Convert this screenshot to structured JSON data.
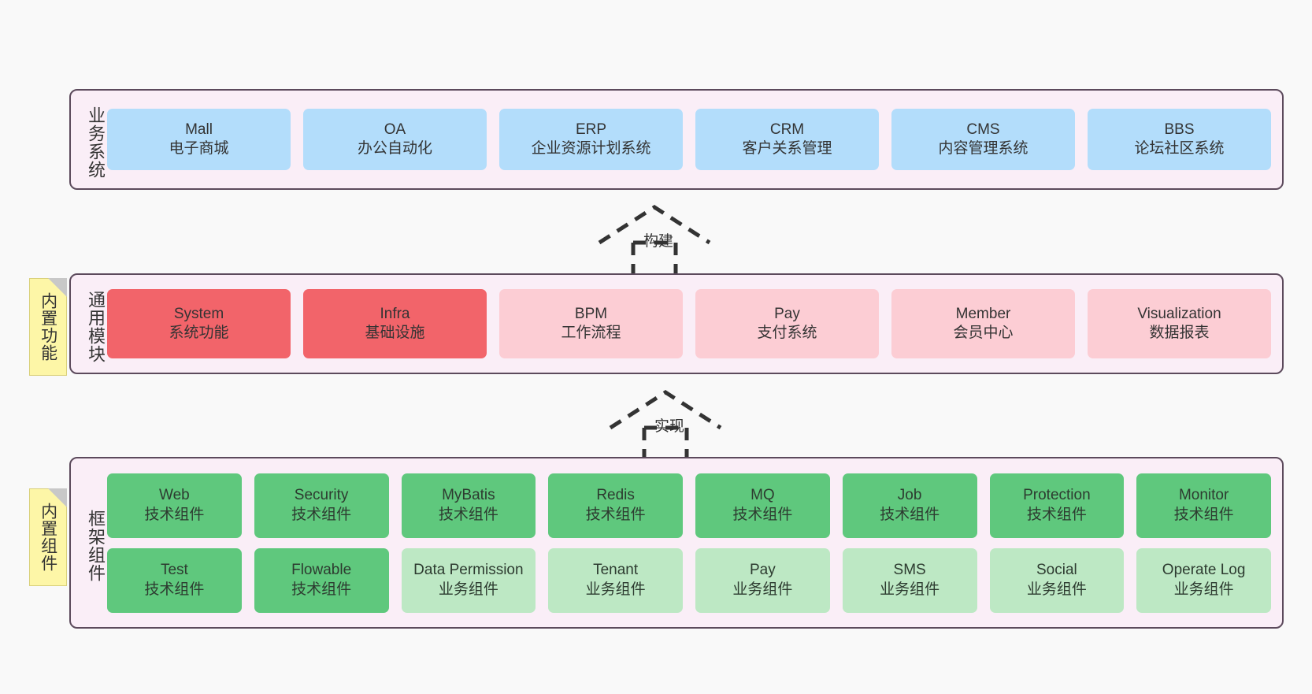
{
  "diagram": {
    "background": "#f9f9f9",
    "layer_fill": "#faeef7",
    "layer_border": "#5c4a5c"
  },
  "layers": [
    {
      "id": "business-system",
      "title": "业务系统",
      "rows": [
        {
          "style": "card-blue",
          "cards": [
            {
              "en": "Mall",
              "cn": "电子商城"
            },
            {
              "en": "OA",
              "cn": "办公自动化"
            },
            {
              "en": "ERP",
              "cn": "企业资源计划系统"
            },
            {
              "en": "CRM",
              "cn": "客户关系管理"
            },
            {
              "en": "CMS",
              "cn": "内容管理系统"
            },
            {
              "en": "BBS",
              "cn": "论坛社区系统"
            }
          ]
        }
      ]
    },
    {
      "id": "common-module",
      "title": "通用模块",
      "sticky": "内置功能",
      "rows": [
        {
          "cards": [
            {
              "en": "System",
              "cn": "系统功能",
              "style": "card-red"
            },
            {
              "en": "Infra",
              "cn": "基础设施",
              "style": "card-red"
            },
            {
              "en": "BPM",
              "cn": "工作流程",
              "style": "card-pink"
            },
            {
              "en": "Pay",
              "cn": "支付系统",
              "style": "card-pink"
            },
            {
              "en": "Member",
              "cn": "会员中心",
              "style": "card-pink"
            },
            {
              "en": "Visualization",
              "cn": "数据报表",
              "style": "card-pink"
            }
          ]
        }
      ]
    },
    {
      "id": "framework-component",
      "title": "框架组件",
      "sticky": "内置组件",
      "rows": [
        {
          "cards": [
            {
              "en": "Web",
              "cn": "技术组件",
              "style": "card-green"
            },
            {
              "en": "Security",
              "cn": "技术组件",
              "style": "card-green"
            },
            {
              "en": "MyBatis",
              "cn": "技术组件",
              "style": "card-green"
            },
            {
              "en": "Redis",
              "cn": "技术组件",
              "style": "card-green"
            },
            {
              "en": "MQ",
              "cn": "技术组件",
              "style": "card-green"
            },
            {
              "en": "Job",
              "cn": "技术组件",
              "style": "card-green"
            },
            {
              "en": "Protection",
              "cn": "技术组件",
              "style": "card-green"
            },
            {
              "en": "Monitor",
              "cn": "技术组件",
              "style": "card-green"
            }
          ]
        },
        {
          "cards": [
            {
              "en": "Test",
              "cn": "技术组件",
              "style": "card-green"
            },
            {
              "en": "Flowable",
              "cn": "技术组件",
              "style": "card-green"
            },
            {
              "en": "Data Permission",
              "cn": "业务组件",
              "style": "card-lgreen"
            },
            {
              "en": "Tenant",
              "cn": "业务组件",
              "style": "card-lgreen"
            },
            {
              "en": "Pay",
              "cn": "业务组件",
              "style": "card-lgreen"
            },
            {
              "en": "SMS",
              "cn": "业务组件",
              "style": "card-lgreen"
            },
            {
              "en": "Social",
              "cn": "业务组件",
              "style": "card-lgreen"
            },
            {
              "en": "Operate Log",
              "cn": "业务组件",
              "style": "card-lgreen"
            }
          ]
        }
      ]
    }
  ],
  "connectors": [
    {
      "id": "build",
      "label": "构建"
    },
    {
      "id": "implement",
      "label": "实现"
    }
  ]
}
